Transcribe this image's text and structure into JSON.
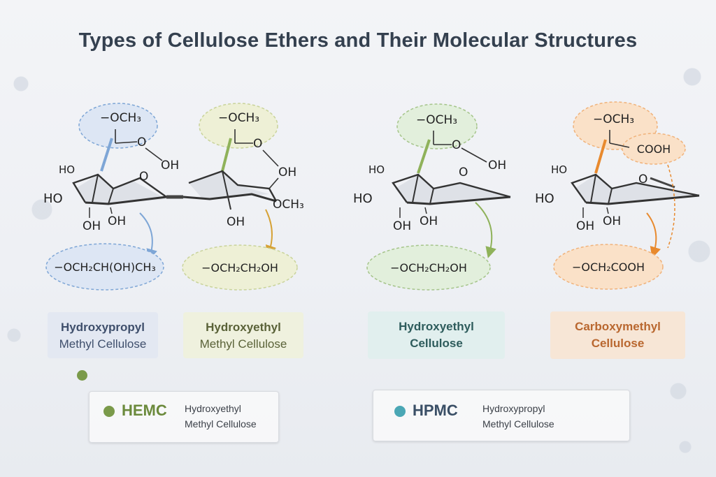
{
  "title": "Types of Cellulose Ethers and Their Molecular Structures",
  "structures": [
    {
      "top_group": "−OCH₃",
      "atoms": [
        "O",
        "OH",
        "HO",
        "HO",
        "O",
        "OH",
        "OH"
      ],
      "bottom_group": "−OCH₂CH(OH)CH₃",
      "label_line1": "Hydroxypropyl",
      "label_line2": "Methyl Cellulose",
      "color": "#a9bfe0"
    },
    {
      "top_group": "−OCH₃",
      "atoms": [
        "O",
        "OH",
        "OCH₃",
        "OH"
      ],
      "bottom_group": "−OCH₂CH₂OH",
      "label_line1": "Hydroxyethyl",
      "label_line2": "Methyl Cellulose",
      "color": "#c9d39a"
    },
    {
      "top_group": "−OCH₃",
      "atoms": [
        "O",
        "OH",
        "O",
        "HO",
        "HO",
        "OH",
        "OH"
      ],
      "bottom_group": "−OCH₂CH₂OH",
      "label_line1": "Hydroxyethyl",
      "label_line2": "Cellulose",
      "color": "#a5c48a"
    },
    {
      "top_group": "−OCH₃",
      "side_group": "COOH",
      "atoms": [
        "O",
        "HO",
        "HO",
        "OH",
        "OH"
      ],
      "bottom_group": "−OCH₂COOH",
      "label_line1": "Carboxymethyl",
      "label_line2": "Cellulose",
      "color": "#f0b27a"
    }
  ],
  "legend": [
    {
      "abbr": "HEMC",
      "line1": "Hydroxyethyl",
      "line2": "Methyl Cellulose",
      "color": "#7a9a4a"
    },
    {
      "abbr": "HPMC",
      "line1": "Hydroxypropyl",
      "line2": "Methyl Cellulose",
      "color": "#4aa7b5"
    }
  ]
}
